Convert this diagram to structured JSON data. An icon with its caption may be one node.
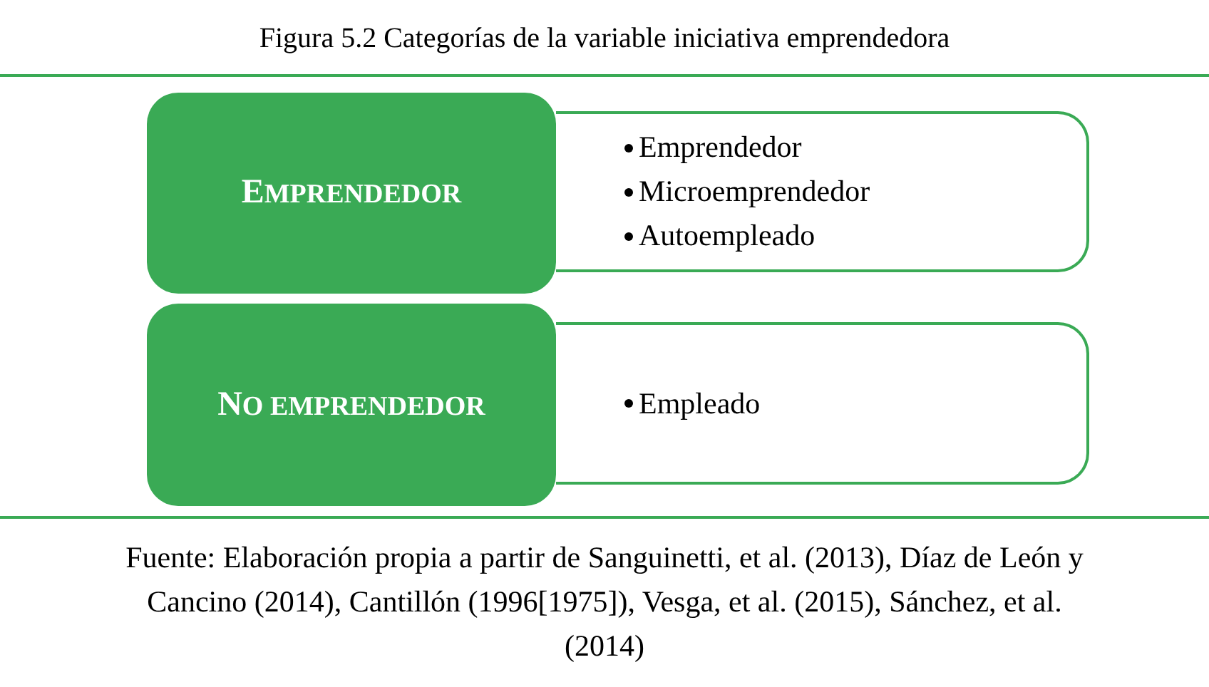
{
  "diagram": {
    "title": "Figura 5.2 Categorías de la variable iniciativa emprendedora",
    "caption": "Fuente: Elaboración propia a partir de Sanguinetti, et al. (2013), Díaz de León y Cancino (2014), Cantillón (1996[1975]), Vesga, et al. (2015), Sánchez, et al. (2014)",
    "nodes": [
      {
        "text": [
          "EMPRENDEDOR"
        ]
      },
      {
        "text": [
          "Emprendedor",
          "Microemprendedor",
          "Autoempleado"
        ]
      },
      {
        "text": [
          "NO EMPRENDEDOR"
        ]
      },
      {
        "text": [
          "Empleado"
        ]
      }
    ],
    "edges": []
  }
}
